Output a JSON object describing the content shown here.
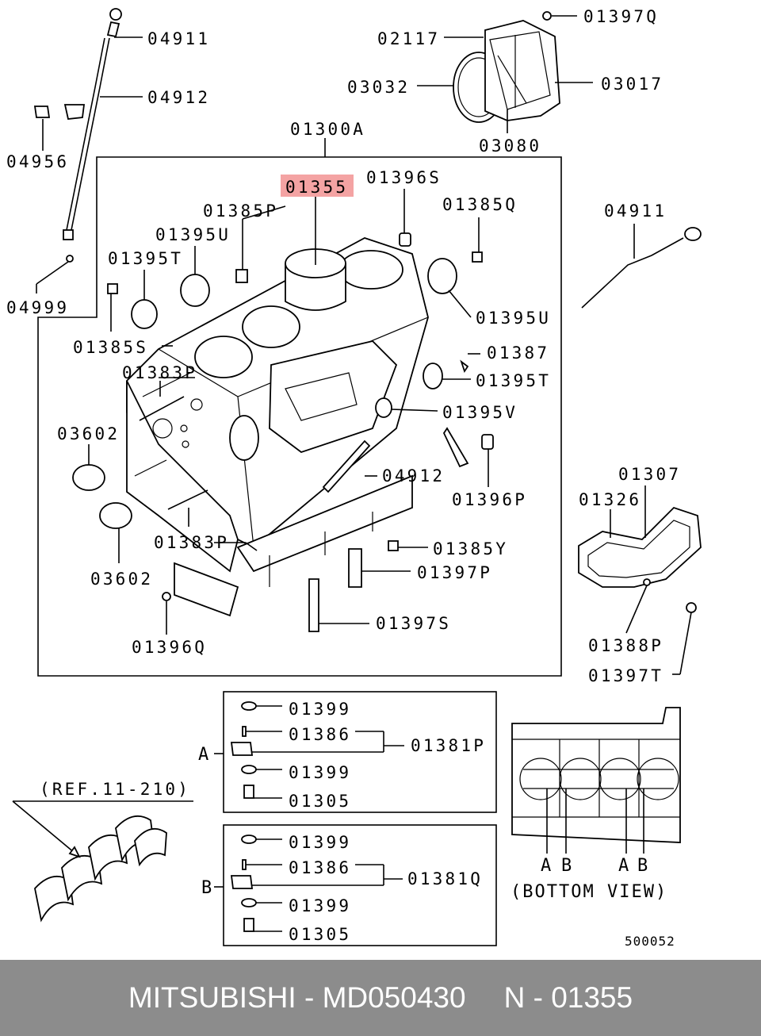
{
  "labels": {
    "l04911a": "04911",
    "l04912a": "04912",
    "l04956": "04956",
    "l04999": "04999",
    "l01300A": "01300A",
    "l02117": "02117",
    "l01397Q": "01397Q",
    "l03032": "03032",
    "l03017": "03017",
    "l03080": "03080",
    "l01355": "01355",
    "l01396S": "01396S",
    "l01385P": "01385P",
    "l01385Q": "01385Q",
    "l01395Ua": "01395U",
    "l01395Ta": "01395T",
    "l01395Ub": "01395U",
    "l01385S": "01385S",
    "l01387": "01387",
    "l01395Tb": "01395T",
    "l01383Pa": "01383P",
    "l01395V": "01395V",
    "l03602a": "03602",
    "l04912b": "04912",
    "l01396P": "01396P",
    "l01385Y": "01385Y",
    "l01383Pb": "01383P",
    "l01397P": "01397P",
    "l03602b": "03602",
    "l01397S": "01397S",
    "l01396Q": "01396Q",
    "l04911b": "04911",
    "l01307": "01307",
    "l01326": "01326",
    "l01388P": "01388P",
    "l01397T": "01397T",
    "boxA_01399a": "01399",
    "boxA_01386": "01386",
    "boxA_01381P": "01381P",
    "boxA_01399b": "01399",
    "boxA_01305": "01305",
    "boxB_01399a": "01399",
    "boxB_01386": "01386",
    "boxB_01381Q": "01381Q",
    "boxB_01399b": "01399",
    "boxB_01305": "01305",
    "markA": "A",
    "markB": "B",
    "ref": "(REF.11-210)",
    "bvA1": "A",
    "bvB1": "B",
    "bvA2": "A",
    "bvB2": "B",
    "bottom_view": "(BOTTOM VIEW)",
    "diagram_id": "500052"
  },
  "highlight": {
    "color": "#f4a3a3"
  },
  "footer": {
    "brand": "MITSUBISHI",
    "sep1": "-",
    "part_number": "MD050430",
    "ref_prefix": "N -",
    "ref_code": "01355"
  }
}
